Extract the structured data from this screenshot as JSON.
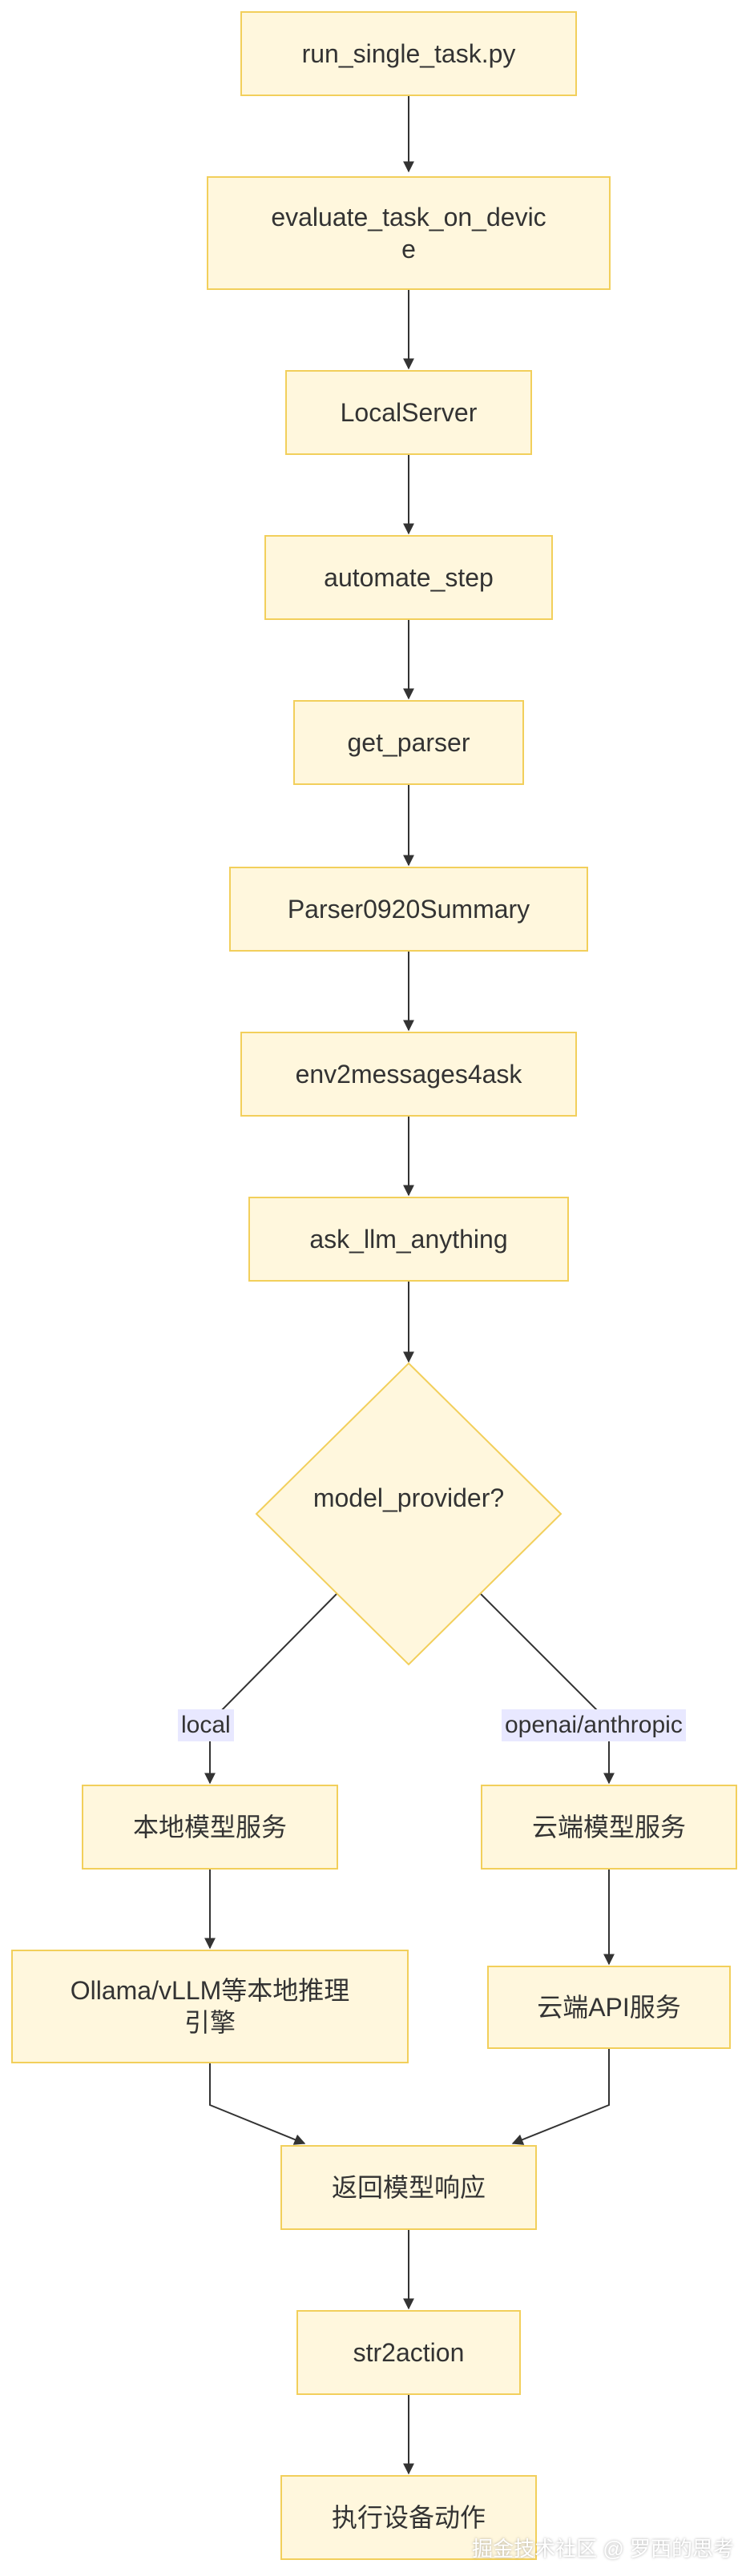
{
  "colors": {
    "node_fill": "#fff7dd",
    "node_border": "#f2cf5b",
    "edge": "#333333",
    "label_bg": "#e8e8ff",
    "text": "#333333"
  },
  "nodes": {
    "run_single_task": "run_single_task.py",
    "evaluate_task": "evaluate_task_on_devic\ne",
    "local_server": "LocalServer",
    "automate_step": "automate_step",
    "get_parser": "get_parser",
    "parser_summary": "Parser0920Summary",
    "env2messages": "env2messages4ask",
    "ask_llm": "ask_llm_anything",
    "model_provider": "model_provider?",
    "local_model_service": "本地模型服务",
    "local_engine": "Ollama/vLLM等本地推理\n引擎",
    "cloud_model_service": "云端模型服务",
    "cloud_api_service": "云端API服务",
    "return_response": "返回模型响应",
    "str2action": "str2action",
    "execute_action": "执行设备动作"
  },
  "edge_labels": {
    "local": "local",
    "cloud": "openai/anthropic"
  },
  "watermark": "掘金技术社区 @ 罗西的思考"
}
